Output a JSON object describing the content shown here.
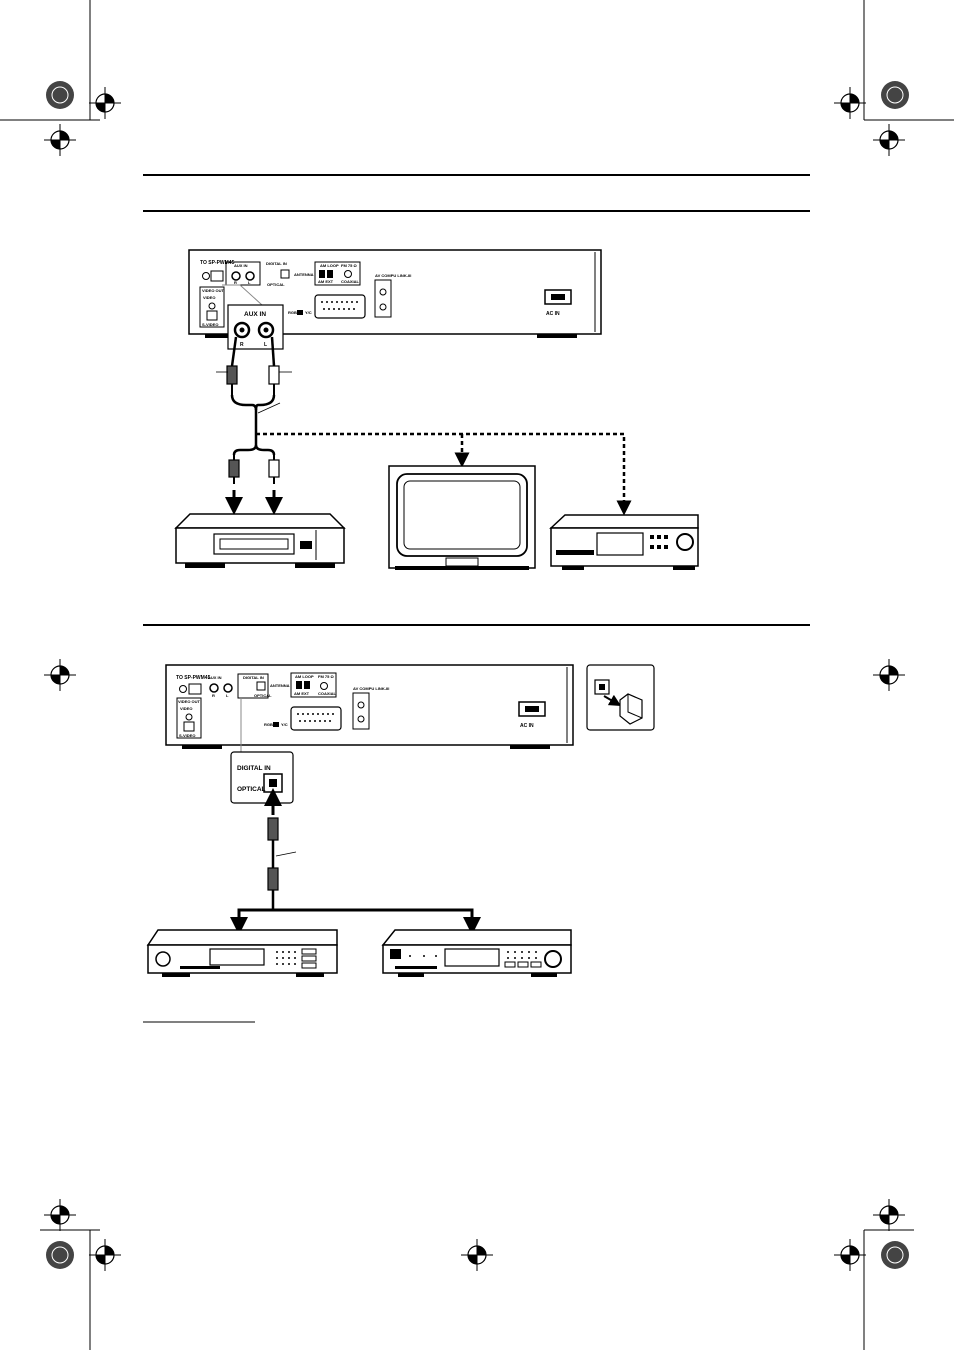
{
  "unit_a": {
    "to_sp": "TO SP-PWM45",
    "aux_in": "AUX IN",
    "digital_in": "DIGITAL IN",
    "optical": "OPTICAL",
    "antenna": "ANTENNA",
    "am_loop": "AM LOOP",
    "fm": "FM 75 Ω",
    "am_ext": "AM EXT",
    "coaxial": "COAXIAL",
    "video_out": "VIDEO OUT",
    "video": "VIDEO",
    "s_video": "S-VIDEO",
    "av_compu_link": "AV COMPU LINK-III",
    "rgb": "RGB",
    "yc": "Y/C",
    "ac_in": "AC IN",
    "r": "R",
    "l": "L"
  },
  "zoom_a": {
    "title": "AUX IN",
    "r": "R",
    "l": "L"
  },
  "unit_b": {
    "to_sp": "TO SP-PWM45",
    "aux_in": "AUX IN",
    "digital_in": "DIGITAL IN",
    "optical": "OPTICAL",
    "antenna": "ANTENNA",
    "am_loop": "AM LOOP",
    "fm": "FM 75 Ω",
    "am_ext": "AM EXT",
    "coaxial": "COAXIAL",
    "video_out": "VIDEO OUT",
    "video": "VIDEO",
    "s_video": "S-VIDEO",
    "av_compu_link": "AV COMPU LINK-III",
    "rgb": "RGB",
    "yc": "Y/C",
    "ac_in": "AC IN",
    "r": "R",
    "l": "L"
  },
  "zoom_b": {
    "title": "DIGITAL IN",
    "optical": "OPTICAL"
  },
  "icons": [
    "registration-mark-icon",
    "crosshair-icon",
    "vcr-icon",
    "tv-icon",
    "cassette-deck-icon",
    "cd-player-icon",
    "md-deck-icon",
    "optical-cap-icon"
  ],
  "colors": {
    "ink": "#000000",
    "paper": "#ffffff",
    "shade": "#888888"
  }
}
